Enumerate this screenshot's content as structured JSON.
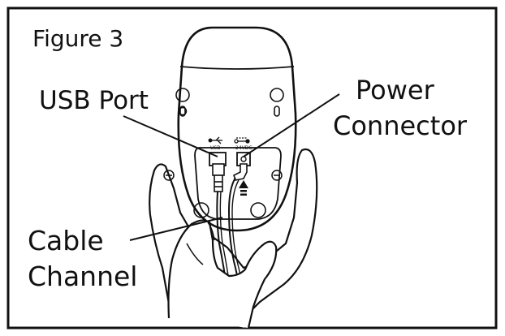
{
  "figure": {
    "title": "Figure 3",
    "usb_port_label": "USB Port",
    "power_label_line1": "Power",
    "power_label_line2": "Connector",
    "cable_label_line1": "Cable",
    "cable_label_line2": "Channel",
    "usb_icon_text": "USB",
    "power_icon_text": "24VDC"
  },
  "colors": {
    "ink": "#111111",
    "background": "#ffffff"
  }
}
